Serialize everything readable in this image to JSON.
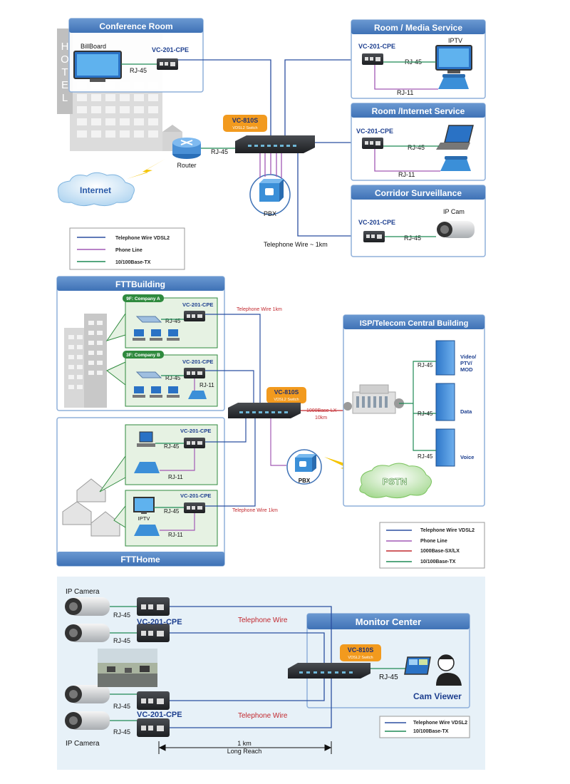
{
  "colors": {
    "vdsl": "#2b4fa0",
    "phone": "#a259b5",
    "ethernet": "#1f8a55",
    "fiber": "#c2282e",
    "panel_header": "#4f82c3",
    "panel_bg": "#ffffff",
    "group_bg": "#e6f2e3",
    "orange": "#f29a1e",
    "section3_bg": "#e7f1f8"
  },
  "section1": {
    "conference_room": "Conference Room",
    "hotel_sign": [
      "H",
      "O",
      "T",
      "E",
      "L"
    ],
    "billboard": "BillBoard",
    "cpe_conf": "VC-201-CPE",
    "rj45_conf": "RJ-45",
    "switch_model": "VC-810S",
    "switch_sub": "VDSL2 Switch",
    "router": "Router",
    "rj45_router": "RJ-45",
    "internet": "Internet",
    "pbx": "PBX",
    "telephone_wire": "Telephone Wire ~ 1km",
    "room_media": "Room / Media Service",
    "cpe_media": "VC-201-CPE",
    "iptv": "IPTV",
    "rj45_media": "RJ-45",
    "rj11_media": "RJ-11",
    "room_internet": "Room /Internet Service",
    "cpe_internet": "VC-201-CPE",
    "rj45_internet": "RJ-45",
    "rj11_internet": "RJ-11",
    "corridor": "Corridor Surveillance",
    "cpe_corridor": "VC-201-CPE",
    "ipcam": "IP Cam",
    "rj45_corridor": "RJ-45",
    "legend": [
      "Telephone Wire VDSL2",
      "Phone Line",
      "10/100Base-TX"
    ]
  },
  "section2": {
    "ftt_building": "FTTBuilding",
    "company_a": "9F: Company A",
    "company_b": "3F: Company B",
    "cpe_a": "VC-201-CPE",
    "rj45_a": "RJ-45",
    "cpe_b": "VC-201-CPE",
    "rj45_b": "RJ-45",
    "rj11_b": "RJ-11",
    "wire_top": "Telephone Wire 1km",
    "switch_model": "VC-810S",
    "switch_sub": "VDSL2 Switch",
    "fiber_label": "1000Base-LX",
    "fiber_dist": "10km",
    "pbx": "PBX",
    "pstn": "PSTN",
    "isp_title": "ISP/Telecom Central Building",
    "server_video": [
      "Video/",
      "PTV/",
      "MOD"
    ],
    "server_data": "Data",
    "server_voice": "Voice",
    "rj45_video": "RJ-45",
    "rj45_data": "RJ-45",
    "rj45_voice": "RJ-45",
    "ftt_home": "FTTHome",
    "cpe_home1": "VC-201-CPE",
    "rj45_home1": "RJ-45",
    "rj11_home1": "RJ-11",
    "cpe_home2": "VC-201-CPE",
    "iptv": "IPTV",
    "rj45_home2": "RJ-45",
    "rj11_home2": "RJ-11",
    "wire_bottom": "Telephone Wire 1km",
    "legend": [
      "Telephone Wire VDSL2",
      "Phone Line",
      "1000Base-SX/LX",
      "10/100Base-TX"
    ]
  },
  "section3": {
    "ip_camera_top": "IP Camera",
    "ip_camera_bottom": "IP Camera",
    "rj45": [
      "RJ-45",
      "RJ-45",
      "RJ-45",
      "RJ-45"
    ],
    "cpe_top": "VC-201-CPE",
    "cpe_bottom": "VC-201-CPE",
    "telephone_wire_top": "Telephone Wire",
    "telephone_wire_bottom": "Telephone Wire",
    "monitor_center": "Monitor Center",
    "switch_model": "VC-810S",
    "switch_sub": "VDSL2 Switch",
    "rj45_switch": "RJ-45",
    "cam_viewer": "Cam Viewer",
    "distance": "1 km",
    "long_reach": "Long Reach",
    "legend": [
      "Telephone Wire VDSL2",
      "10/100Base-TX"
    ]
  }
}
